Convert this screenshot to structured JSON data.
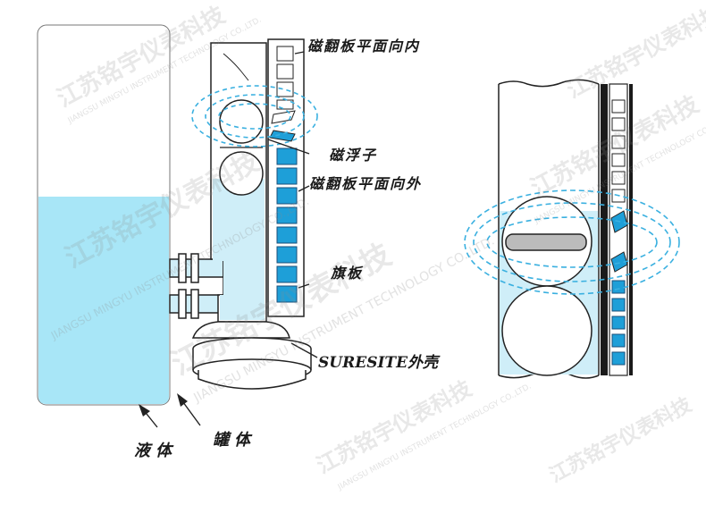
{
  "labels": {
    "flap_inward": "磁翻板平面向内",
    "float": "磁浮子",
    "flap_outward": "磁翻板平面向外",
    "flag_plate": "旗板",
    "shell": "SURESITE外壳",
    "liquid": "液体",
    "tank": "罐体"
  },
  "watermark": {
    "cn": "江苏铭宇仪表科技",
    "en": "JIANGSU MINGYU INSTRUMENT TECHNOLOGY CO.,LTD."
  },
  "colors": {
    "liquid": "#a8e6f7",
    "flap_blue": "#1e9fd8",
    "field_lines": "#3ab0e0",
    "outline": "#222222"
  }
}
